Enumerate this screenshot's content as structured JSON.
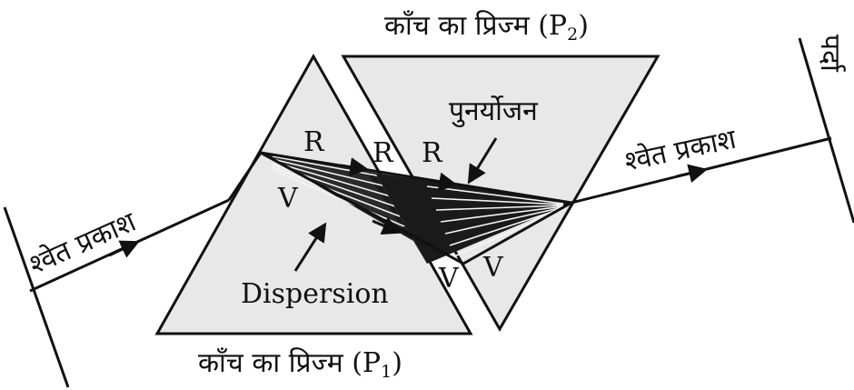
{
  "labels": {
    "prism_p2_text": "काँच का प्रिज्म (P",
    "prism_p2_sub": "2",
    "prism_p1_text": "काँच का प्रिज्म (P",
    "prism_p1_sub": "1",
    "close_paren": ")",
    "recombination": "पुनर्योजन",
    "white_light_in": "श्वेत प्रकाश",
    "white_light_out": "श्वेत प्रकाश",
    "screen": "पर्दा",
    "dispersion": "Dispersion",
    "red_1": "R",
    "red_2": "R",
    "red_3": "R",
    "violet_1": "V",
    "violet_2": "V",
    "violet_3": "V"
  },
  "colors": {
    "line": "#111111",
    "prism_fill": "#e8e8e8",
    "background": "#ffffff"
  }
}
